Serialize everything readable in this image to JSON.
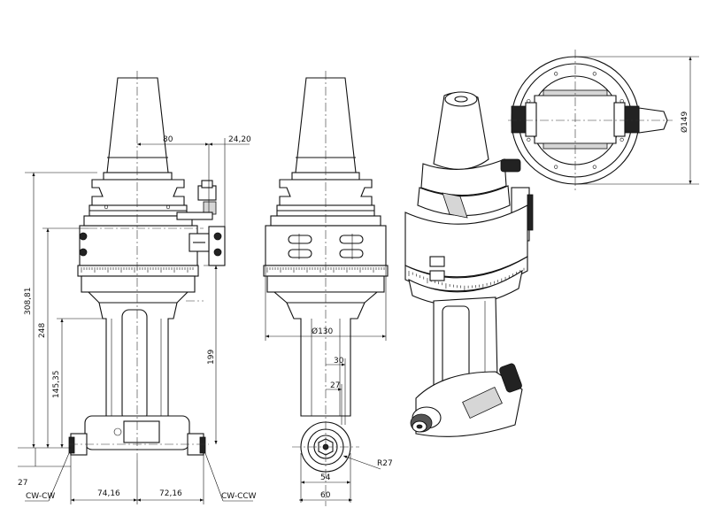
{
  "dimensions": {
    "d80": "80",
    "d24_20": "24,20",
    "d308_81": "308,81",
    "d248": "248",
    "d145_35": "145,35",
    "d199": "199",
    "d27_side": "27",
    "d74_16": "74,16",
    "d72_16": "72,16",
    "dia130": "Ø130",
    "d30": "30",
    "d27": "27",
    "r27": "R27",
    "d54": "54",
    "d60": "60",
    "dia149": "Ø149"
  },
  "labels": {
    "cw_cw": "CW-CW",
    "cw_ccw": "CW-CCW"
  }
}
